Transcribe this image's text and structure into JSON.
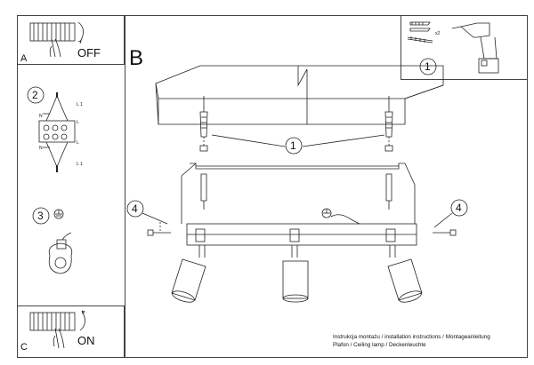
{
  "panels": {
    "a": {
      "letter": "A",
      "switch_label": "OFF"
    },
    "b": {
      "letter": "B"
    },
    "c": {
      "letter": "C",
      "switch_label": "ON"
    }
  },
  "steps": {
    "one": "1",
    "two": "2",
    "three": "3",
    "four": "4"
  },
  "tools": {
    "anchor_qty": "x2"
  },
  "wiring": {
    "live_label": "L 1",
    "neutral_label": "N",
    "terminal_l": "L"
  },
  "footer": {
    "line1": "Instrukcja montażu / installation instructions / Montageanleitung",
    "line2": "Plafon / Ceiling lamp / Deckenleuchte"
  },
  "colors": {
    "ink": "#111111",
    "border": "#444444",
    "background": "#ffffff"
  }
}
